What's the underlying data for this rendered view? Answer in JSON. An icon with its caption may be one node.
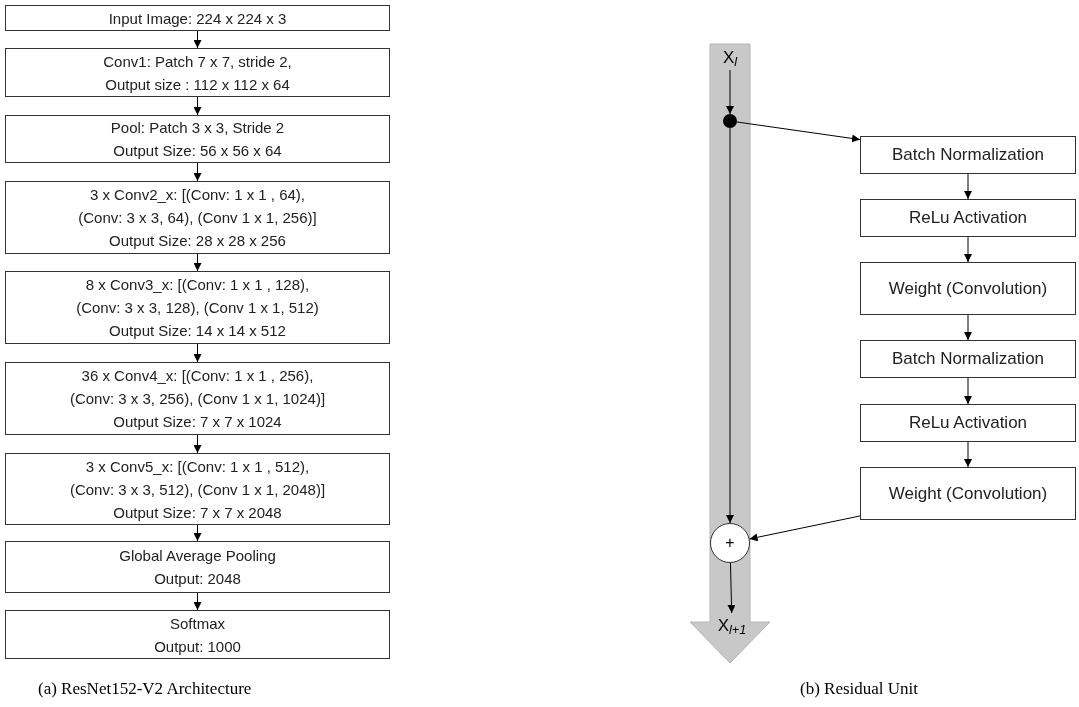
{
  "diagram": {
    "nodes": [
      {
        "text": [
          "Input Image: 224 x 224 x 3"
        ]
      },
      {
        "text": [
          "Conv1: Patch 7 x 7, stride 2,",
          "Output size : 112 x 112 x 64"
        ]
      },
      {
        "text": [
          "Pool: Patch 3 x 3, Stride 2",
          "Output Size: 56 x 56 x 64"
        ]
      },
      {
        "text": [
          "3 x Conv2_x: [(Conv: 1 x 1 , 64),",
          "(Conv: 3 x 3, 64),  (Conv 1 x 1, 256)]",
          "Output Size: 28 x 28 x 256"
        ]
      },
      {
        "text": [
          "8 x Conv3_x: [(Conv: 1 x 1 , 128),",
          "(Conv: 3 x 3, 128), (Conv 1 x 1, 512)",
          "Output Size: 14 x 14 x 512"
        ]
      },
      {
        "text": [
          "36 x Conv4_x: [(Conv: 1 x 1 , 256),",
          "(Conv: 3 x 3, 256), (Conv 1 x 1, 1024)]",
          "Output Size: 7 x 7 x 1024"
        ]
      },
      {
        "text": [
          "3 x Conv5_x: [(Conv: 1 x 1 , 512),",
          "(Conv: 3 x 3, 512), (Conv 1 x 1, 2048)]",
          "Output Size: 7 x 7 x 2048"
        ]
      },
      {
        "text": [
          "Global Average Pooling",
          "Output: 2048"
        ]
      },
      {
        "text": [
          "Softmax",
          "Output: 1000"
        ]
      },
      {
        "text": [
          "X$_{l}$"
        ]
      },
      {
        "text": [],
        "shape": "circle"
      },
      {
        "text": [
          "Batch Normalization"
        ]
      },
      {
        "text": [
          "ReLu Activation"
        ]
      },
      {
        "text": [
          "Weight (Convolution)"
        ]
      },
      {
        "text": [
          "Batch Normalization"
        ]
      },
      {
        "text": [
          "ReLu Activation"
        ]
      },
      {
        "text": [
          "Weight (Convolution)"
        ]
      },
      {
        "text": [
          "+"
        ]
      },
      {
        "text": [
          "X$_{l+1}$"
        ]
      }
    ],
    "edges": [
      {
        "from": 0,
        "to": 1,
        "arrow": "to"
      },
      {
        "from": 1,
        "to": 2,
        "arrow": "to"
      },
      {
        "from": 2,
        "to": 3,
        "arrow": "to"
      },
      {
        "from": 3,
        "to": 4,
        "arrow": "to"
      },
      {
        "from": 4,
        "to": 5,
        "arrow": "to"
      },
      {
        "from": 5,
        "to": 6,
        "arrow": "to"
      },
      {
        "from": 6,
        "to": 7,
        "arrow": "to"
      },
      {
        "from": 7,
        "to": 8,
        "arrow": "to"
      },
      {
        "from": 9,
        "to": 10,
        "arrow": "to"
      },
      {
        "from": 10,
        "to": 11,
        "arrow": "to"
      },
      {
        "from": 11,
        "to": 12,
        "arrow": "to"
      },
      {
        "from": 12,
        "to": 13,
        "arrow": "to"
      },
      {
        "from": 13,
        "to": 14,
        "arrow": "to"
      },
      {
        "from": 14,
        "to": 15,
        "arrow": "to"
      },
      {
        "from": 15,
        "to": 16,
        "arrow": "to"
      },
      {
        "from": 16,
        "to": 17,
        "arrow": "to"
      },
      {
        "from": 10,
        "to": 17,
        "arrow": "to"
      },
      {
        "from": 17,
        "to": 18,
        "arrow": "to"
      }
    ],
    "labels": [
      "(a) ResNet152-V2 Architecture",
      "(b) Residual Unit"
    ]
  }
}
